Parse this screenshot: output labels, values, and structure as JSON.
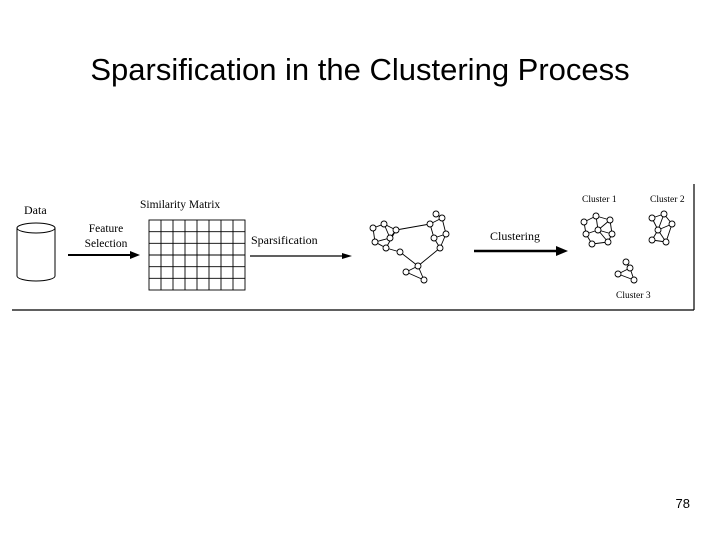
{
  "slide": {
    "title": "Sparsification in the Clustering Process",
    "page_number": "78"
  },
  "figure": {
    "labels": {
      "data": "Data",
      "feature_selection_line1": "Feature",
      "feature_selection_line2": "Selection",
      "similarity_matrix": "Similarity Matrix",
      "sparsification": "Sparsification",
      "clustering": "Clustering",
      "cluster_1": "Cluster 1",
      "cluster_2": "Cluster 2",
      "cluster_3": "Cluster 3"
    },
    "colors": {
      "ink": "#000000",
      "background": "#ffffff"
    }
  }
}
